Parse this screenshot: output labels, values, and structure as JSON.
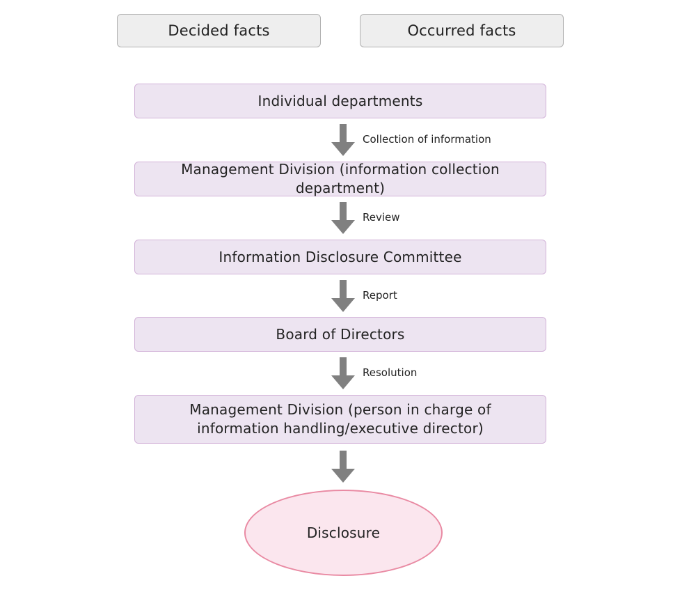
{
  "facts": {
    "decided": "Decided facts",
    "occurred": "Occurred facts"
  },
  "steps": [
    {
      "label": "Individual departments"
    },
    {
      "label": "Management Division (information collection department)"
    },
    {
      "label": "Information Disclosure Committee"
    },
    {
      "label": "Board of Directors"
    },
    {
      "label": "Management Division (person in charge of\ninformation handling/executive director)"
    }
  ],
  "arrows": [
    {
      "label": "Collection of information"
    },
    {
      "label": "Review"
    },
    {
      "label": "Report"
    },
    {
      "label": "Resolution"
    },
    {
      "label": ""
    }
  ],
  "final": {
    "label": "Disclosure"
  },
  "colors": {
    "fact_fill": "#eeeeee",
    "fact_border": "#b0b0b0",
    "step_fill": "#ede4f1",
    "step_border": "#d2b2d8",
    "arrow": "#808080",
    "final_fill": "#fbe6ee",
    "final_border": "#e98aa3"
  }
}
